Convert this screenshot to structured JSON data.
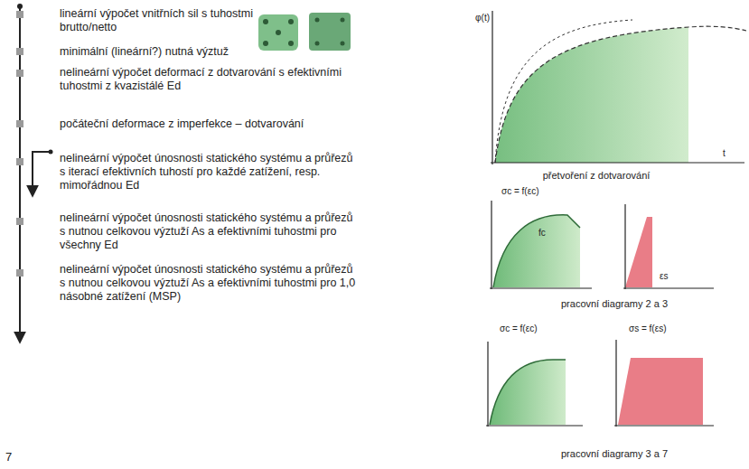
{
  "diagram": {
    "labels": [
      "lineární výpočet vnitřních sil s tuhostmi brutto/netto",
      "minimální (lineární?) nutná výztuž",
      "nelineární výpočet deformací z dotvarování s efektivními tuhostmi z kvazistálé Ed",
      "počáteční deformace z imperfekce – dotvarování",
      "nelineární výpočet únosnosti statického systému a průřezů s iterací efektivních tuhostí pro každé zatížení, resp. mimořádnou Ed",
      "nelineární výpočet únosnosti statického systému a průřezů s nutnou celkovou výztuží As a efektivními tuhostmi pro všechny Ed",
      "nelineární výpočet únosnosti statického systému a průřezů s nutnou celkovou výztuží As a efektivními tuhostmi pro 1,0 násobné zatížení (MSP)",
      "přetvoření z dotvarování",
      "pracovní diagramy 2 a 3",
      "pracovní diagramy 3 a 7",
      "7",
      "φ(t)",
      "t",
      "σc = f(εc)",
      "fc",
      "εs",
      "σc = f(εc)",
      "σs = f(εs)"
    ]
  }
}
